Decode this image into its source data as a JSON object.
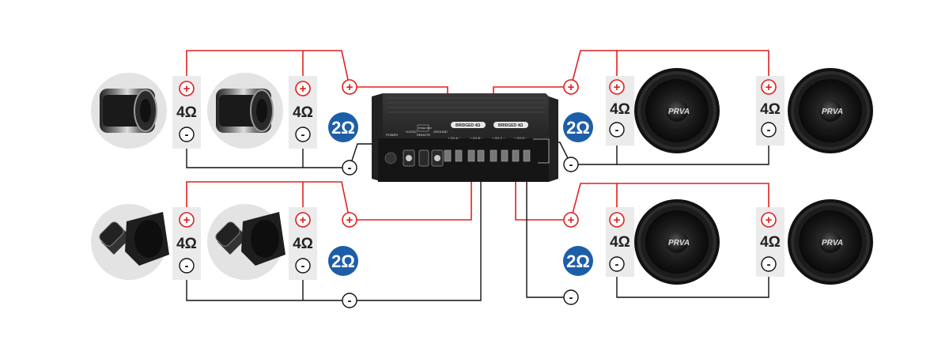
{
  "impedance": {
    "speaker": "4Ω",
    "pair": "2Ω"
  },
  "terminal": {
    "plus": "+",
    "minus": "-"
  },
  "amp": {
    "labels": [
      "POWER",
      "+12VDC",
      "POWER INPUT",
      "REMOTE",
      "GROUND"
    ],
    "bridged": [
      "BRIDGED 4Ω",
      "BRIDGED 4Ω"
    ],
    "channels": [
      "+ CH A −",
      "+ CH B −",
      "+ CH C −",
      "+ CH D −"
    ]
  },
  "brand": "PRVA",
  "colors": {
    "wire_positive": "#e02020",
    "wire_negative": "#111111",
    "badge": "#1d5ea8",
    "panel": "#ebebeb"
  }
}
